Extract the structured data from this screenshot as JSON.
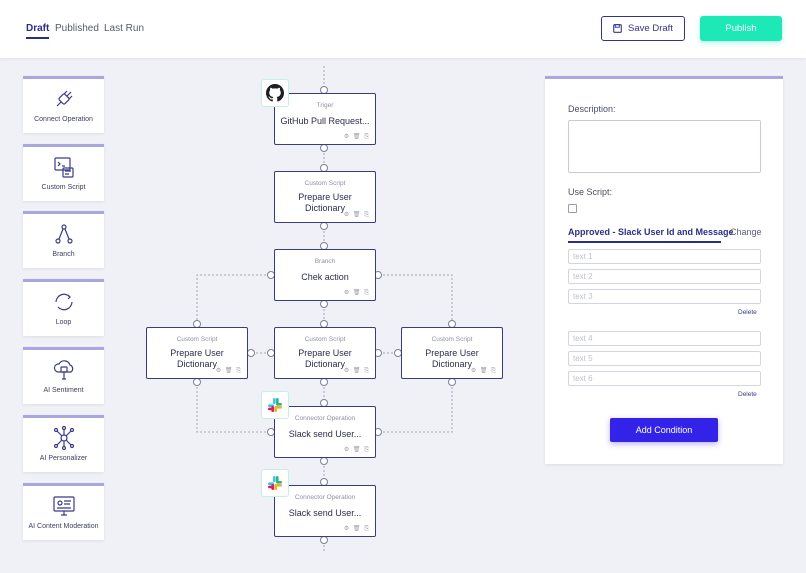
{
  "header": {
    "tabs": [
      "Draft",
      "Published",
      "Last Run"
    ],
    "active_tab": "Draft",
    "save_label": "Save Draft",
    "publish_label": "Publish"
  },
  "palette": [
    {
      "label": "Connect Operation",
      "icon": "plug-icon"
    },
    {
      "label": "Custom Script",
      "icon": "script-icon"
    },
    {
      "label": "Branch",
      "icon": "branch-icon"
    },
    {
      "label": "Loop",
      "icon": "loop-icon"
    },
    {
      "label": "AI Sentiment",
      "icon": "cloud-ai-icon"
    },
    {
      "label": "AI Personalizer",
      "icon": "network-icon"
    },
    {
      "label": "AI Content Moderation",
      "icon": "monitor-moderation-icon"
    }
  ],
  "flow": {
    "trigger": {
      "type": "Triger",
      "title": "GitHub Pull Request..."
    },
    "script1": {
      "type": "Custom Script",
      "title": "Prepare User Dictionary"
    },
    "branch": {
      "type": "Branch",
      "title": "Chek action"
    },
    "script_left": {
      "type": "Custom Script",
      "title": "Prepare User Dictionary"
    },
    "script_mid": {
      "type": "Custom Script",
      "title": "Prepare User Dictionary"
    },
    "script_right": {
      "type": "Custom Script",
      "title": "Prepare User Dictionary"
    },
    "slack1": {
      "type": "Connector Operation",
      "title": "Slack send User..."
    },
    "slack2": {
      "type": "Connector Operation",
      "title": "Slack send User..."
    }
  },
  "panel": {
    "description_label": "Description:",
    "use_script_label": "Use Script:",
    "active_tab": "Approved - Slack User Id and Message",
    "change_label": "Change",
    "group1": [
      "text 1",
      "text 2",
      "text 3"
    ],
    "group2": [
      "text 4",
      "text 5",
      "text 6"
    ],
    "delete_label": "Delete",
    "add_condition_label": "Add Condition"
  },
  "colors": {
    "accent": "#3b3a86",
    "publish": "#1de9b6",
    "add_condition": "#3323e8"
  }
}
